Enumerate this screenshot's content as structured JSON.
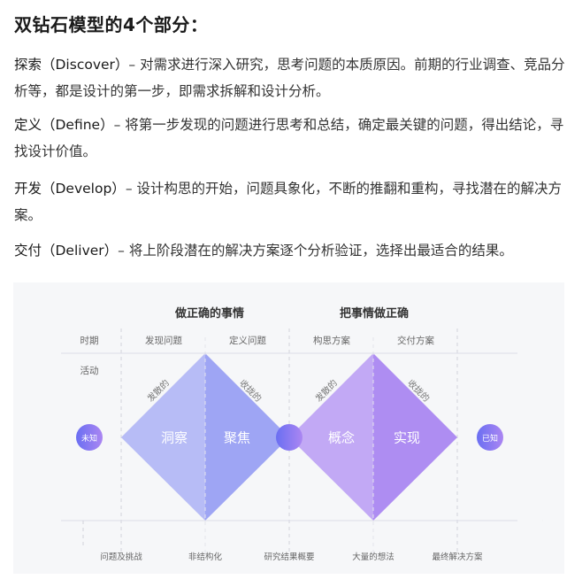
{
  "heading": "双钻石模型的4个部分：",
  "paragraphs": [
    {
      "term": "探索（Discover）",
      "sep": "– ",
      "text": " 对需求进行深入研究，思考问题的本质原因。前期的行业调查、竞品分析等，都是设计的第一步，即需求拆解和设计分析。"
    },
    {
      "term": "定义（Define）",
      "sep": "– ",
      "text": " 将第一步发现的问题进行思考和总结，确定最关键的问题，得出结论，寻找设计价值。"
    },
    {
      "term": "开发（Develop）",
      "sep": "– ",
      "text": "设计构思的开始，问题具象化，不断的推翻和重构，寻找潜在的解决方案。"
    },
    {
      "term": "交付（Deliver）",
      "sep": "– ",
      "text": "将上阶段潜在的解决方案逐个分析验证，选择出最适合的结果。"
    }
  ],
  "diagram": {
    "phases": [
      "做正确的事情",
      "把事情做正确"
    ],
    "row_labels": {
      "period": "时期",
      "activity": "活动"
    },
    "columns": [
      "发现问题",
      "定义问题",
      "构思方案",
      "交付方案"
    ],
    "diamonds": [
      {
        "left": "洞察",
        "right": "聚焦",
        "left_edge": "发散的",
        "right_edge": "收拢的",
        "left_color": "#b7bcf6",
        "right_color": "#9ea5f4"
      },
      {
        "left": "概念",
        "right": "实现",
        "left_edge": "发散的",
        "right_edge": "收拢的",
        "left_color": "#c2a9f5",
        "right_color": "#ae8df2"
      }
    ],
    "start_node": "未知",
    "end_node": "已知",
    "bottom_labels": [
      "问题及挑战",
      "非结构化",
      "研究结果概要",
      "大量的想法",
      "最终解决方案"
    ],
    "colors": {
      "background": "#f6f7f9",
      "grid_line": "#dcdde8",
      "dash_line": "#d0d0d8",
      "node_from": "#6a6ff2",
      "node_to": "#ab86f2"
    }
  }
}
